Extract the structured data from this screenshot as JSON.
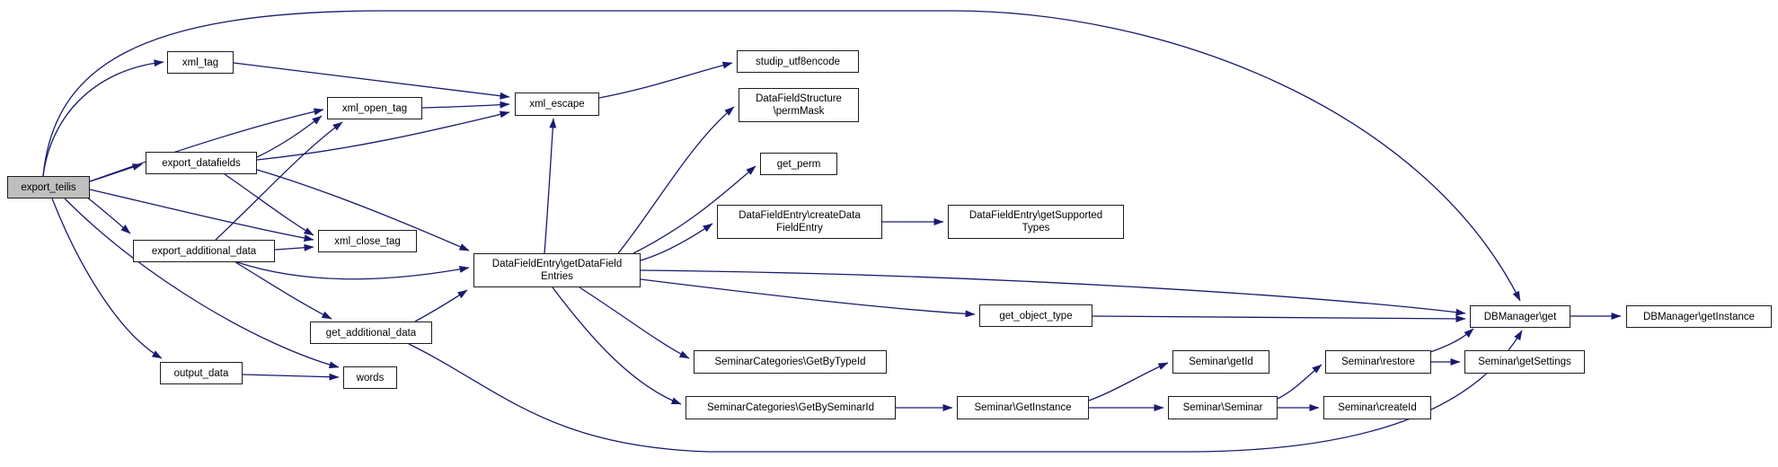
{
  "diagram": {
    "kind": "doxygen-call-graph",
    "root_id": "export_teilis",
    "colors": {
      "edge": "#191970",
      "node_fill": "#ffffff",
      "node_border": "#1c1c1c",
      "root_fill": "#bfbfbf",
      "background": "#ffffff"
    },
    "nodes": [
      {
        "id": "export_teilis",
        "lines": [
          "export_teilis"
        ]
      },
      {
        "id": "xml_tag",
        "lines": [
          "xml_tag"
        ]
      },
      {
        "id": "xml_open_tag",
        "lines": [
          "xml_open_tag"
        ]
      },
      {
        "id": "export_datafields",
        "lines": [
          "export_datafields"
        ]
      },
      {
        "id": "xml_close_tag",
        "lines": [
          "xml_close_tag"
        ]
      },
      {
        "id": "export_additional_data",
        "lines": [
          "export_additional_data"
        ]
      },
      {
        "id": "get_additional_data",
        "lines": [
          "get_additional_data"
        ]
      },
      {
        "id": "output_data",
        "lines": [
          "output_data"
        ]
      },
      {
        "id": "words",
        "lines": [
          "words"
        ]
      },
      {
        "id": "xml_escape",
        "lines": [
          "xml_escape"
        ]
      },
      {
        "id": "studip_utf8encode",
        "lines": [
          "studip_utf8encode"
        ]
      },
      {
        "id": "datafieldstructure_permmask",
        "lines": [
          "DataFieldStructure",
          "\\permMask"
        ]
      },
      {
        "id": "get_perm",
        "lines": [
          "get_perm"
        ]
      },
      {
        "id": "datafieldentry_getdatafieldentries",
        "lines": [
          "DataFieldEntry\\getDataField",
          "Entries"
        ]
      },
      {
        "id": "datafieldentry_createdatafieldentry",
        "lines": [
          "DataFieldEntry\\createData",
          "FieldEntry"
        ]
      },
      {
        "id": "datafieldentry_getsupportedtypes",
        "lines": [
          "DataFieldEntry\\getSupported",
          "Types"
        ]
      },
      {
        "id": "get_object_type",
        "lines": [
          "get_object_type"
        ]
      },
      {
        "id": "seminarcategories_getbytypeid",
        "lines": [
          "SeminarCategories\\GetByTypeId"
        ]
      },
      {
        "id": "seminarcategories_getbyseminarid",
        "lines": [
          "SeminarCategories\\GetBySeminarId"
        ]
      },
      {
        "id": "seminar_getinstance",
        "lines": [
          "Seminar\\GetInstance"
        ]
      },
      {
        "id": "seminar_getid",
        "lines": [
          "Seminar\\getId"
        ]
      },
      {
        "id": "seminar_seminar",
        "lines": [
          "Seminar\\Seminar"
        ]
      },
      {
        "id": "seminar_restore",
        "lines": [
          "Seminar\\restore"
        ]
      },
      {
        "id": "seminar_createid",
        "lines": [
          "Seminar\\createId"
        ]
      },
      {
        "id": "seminar_getsettings",
        "lines": [
          "Seminar\\getSettings"
        ]
      },
      {
        "id": "dbmanager_get",
        "lines": [
          "DBManager\\get"
        ]
      },
      {
        "id": "dbmanager_getinstance",
        "lines": [
          "DBManager\\getInstance"
        ]
      }
    ],
    "edges": [
      {
        "from": "export_teilis",
        "to": "xml_tag"
      },
      {
        "from": "export_teilis",
        "to": "xml_open_tag"
      },
      {
        "from": "export_teilis",
        "to": "export_datafields"
      },
      {
        "from": "export_teilis",
        "to": "xml_close_tag"
      },
      {
        "from": "export_teilis",
        "to": "export_additional_data"
      },
      {
        "from": "export_teilis",
        "to": "output_data"
      },
      {
        "from": "export_teilis",
        "to": "words"
      },
      {
        "from": "export_teilis",
        "to": "dbmanager_get"
      },
      {
        "from": "xml_tag",
        "to": "xml_escape"
      },
      {
        "from": "xml_open_tag",
        "to": "xml_escape"
      },
      {
        "from": "export_datafields",
        "to": "xml_open_tag"
      },
      {
        "from": "export_datafields",
        "to": "xml_escape"
      },
      {
        "from": "export_datafields",
        "to": "xml_close_tag"
      },
      {
        "from": "export_datafields",
        "to": "datafieldentry_getdatafieldentries"
      },
      {
        "from": "export_additional_data",
        "to": "xml_open_tag"
      },
      {
        "from": "export_additional_data",
        "to": "xml_close_tag"
      },
      {
        "from": "export_additional_data",
        "to": "get_additional_data"
      },
      {
        "from": "export_additional_data",
        "to": "datafieldentry_getdatafieldentries"
      },
      {
        "from": "get_additional_data",
        "to": "datafieldentry_getdatafieldentries"
      },
      {
        "from": "get_additional_data",
        "to": "dbmanager_get"
      },
      {
        "from": "output_data",
        "to": "words"
      },
      {
        "from": "xml_escape",
        "to": "studip_utf8encode"
      },
      {
        "from": "datafieldentry_getdatafieldentries",
        "to": "xml_escape"
      },
      {
        "from": "datafieldentry_getdatafieldentries",
        "to": "datafieldstructure_permmask"
      },
      {
        "from": "datafieldentry_getdatafieldentries",
        "to": "get_perm"
      },
      {
        "from": "datafieldentry_getdatafieldentries",
        "to": "datafieldentry_createdatafieldentry"
      },
      {
        "from": "datafieldentry_getdatafieldentries",
        "to": "dbmanager_get"
      },
      {
        "from": "datafieldentry_getdatafieldentries",
        "to": "get_object_type"
      },
      {
        "from": "datafieldentry_getdatafieldentries",
        "to": "seminarcategories_getbytypeid"
      },
      {
        "from": "datafieldentry_getdatafieldentries",
        "to": "seminarcategories_getbyseminarid"
      },
      {
        "from": "datafieldentry_createdatafieldentry",
        "to": "datafieldentry_getsupportedtypes"
      },
      {
        "from": "get_object_type",
        "to": "dbmanager_get"
      },
      {
        "from": "seminarcategories_getbyseminarid",
        "to": "seminar_getinstance"
      },
      {
        "from": "seminar_getinstance",
        "to": "seminar_getid"
      },
      {
        "from": "seminar_getinstance",
        "to": "seminar_seminar"
      },
      {
        "from": "seminar_seminar",
        "to": "seminar_restore"
      },
      {
        "from": "seminar_seminar",
        "to": "seminar_createid"
      },
      {
        "from": "seminar_restore",
        "to": "dbmanager_get"
      },
      {
        "from": "seminar_restore",
        "to": "seminar_getsettings"
      },
      {
        "from": "dbmanager_get",
        "to": "dbmanager_getinstance"
      }
    ]
  }
}
